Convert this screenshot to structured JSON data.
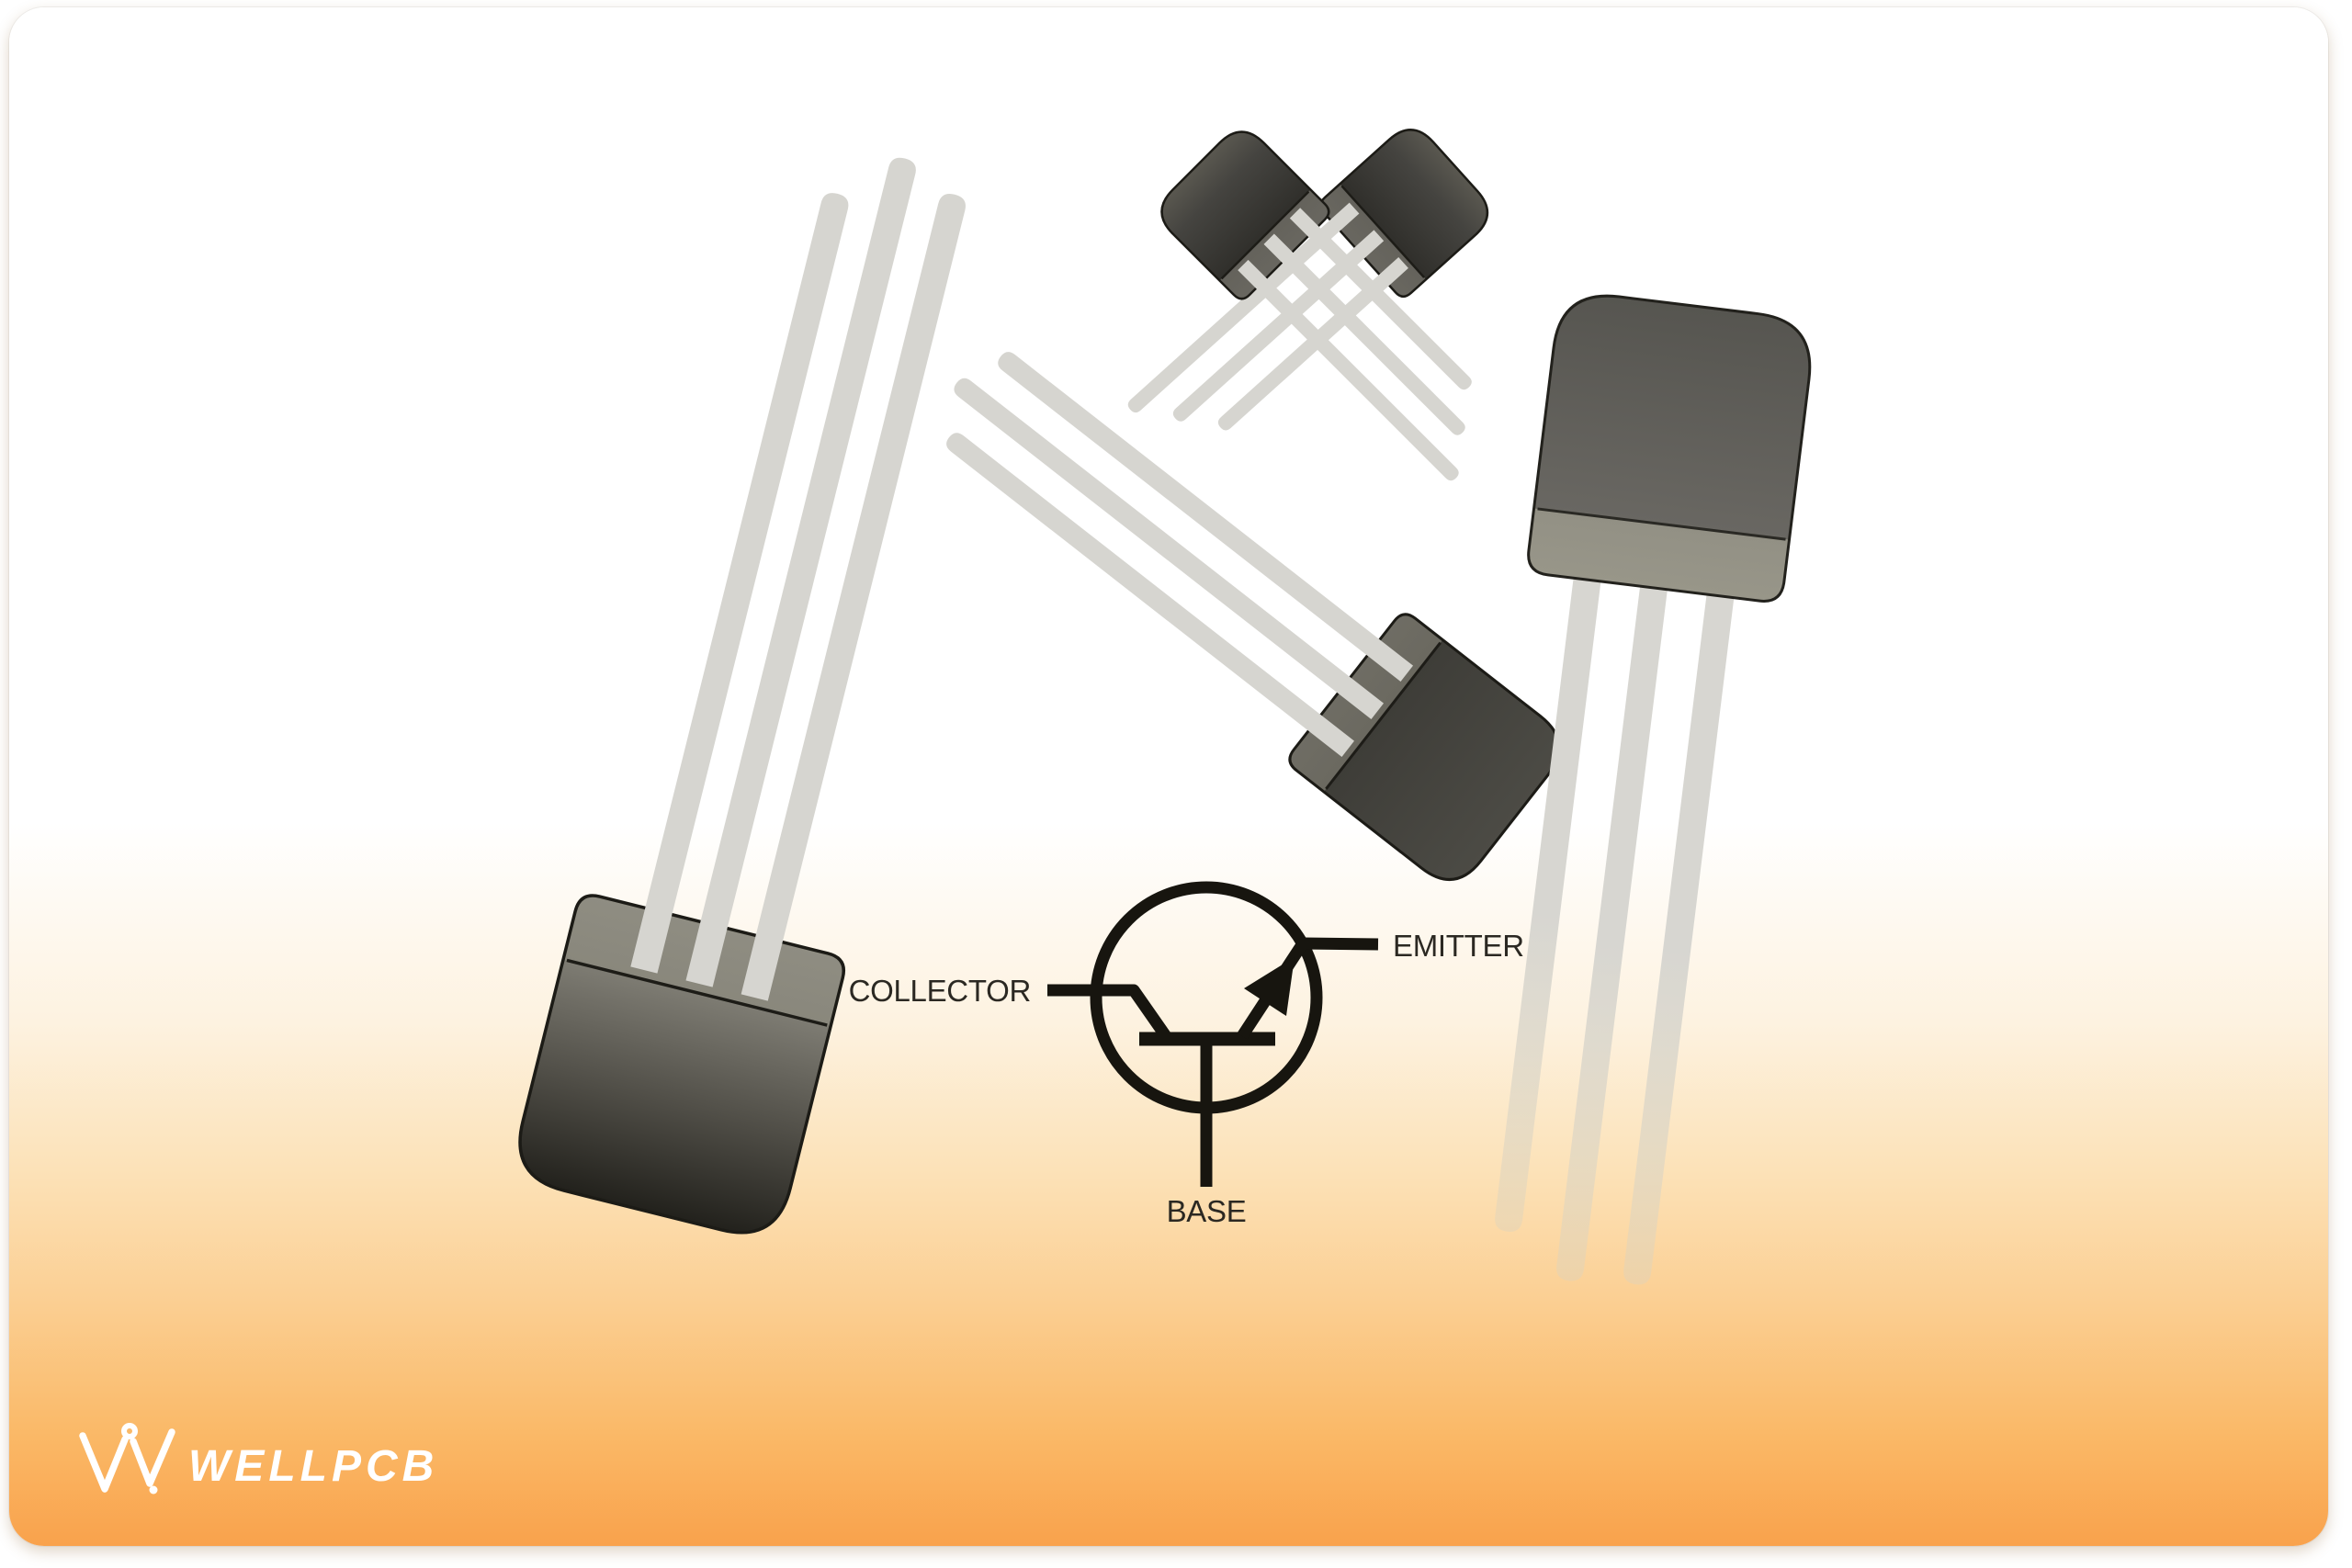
{
  "brand": {
    "name": "WELLPCB",
    "icon": "wellpcb-w-circuit-monogram",
    "text_color": "#ffffff"
  },
  "illustration": {
    "subject": "TO-92 transistor package illustrations",
    "transistors": [
      {
        "id": "transistor-upright-left",
        "package": "TO-92",
        "leads": 3
      },
      {
        "id": "transistor-crossed-left",
        "package": "TO-92",
        "leads": 3
      },
      {
        "id": "transistor-crossed-right",
        "package": "TO-92",
        "leads": 3
      },
      {
        "id": "transistor-diagonal-middle",
        "package": "TO-92",
        "leads": 3
      },
      {
        "id": "transistor-upright-right",
        "package": "TO-92",
        "leads": 3
      }
    ],
    "lead_color": "#d6d5d0",
    "body_color": "#4a4843"
  },
  "schematic": {
    "type": "npn-transistor-symbol",
    "labels": {
      "collector": "COLLECTOR",
      "emitter": "EMITTER",
      "base": "BASE"
    },
    "stroke_color": "#17150f",
    "label_color": "#2b2822"
  },
  "card": {
    "gradient_top": "#ffffff",
    "gradient_bottom": "#f9a24c"
  }
}
